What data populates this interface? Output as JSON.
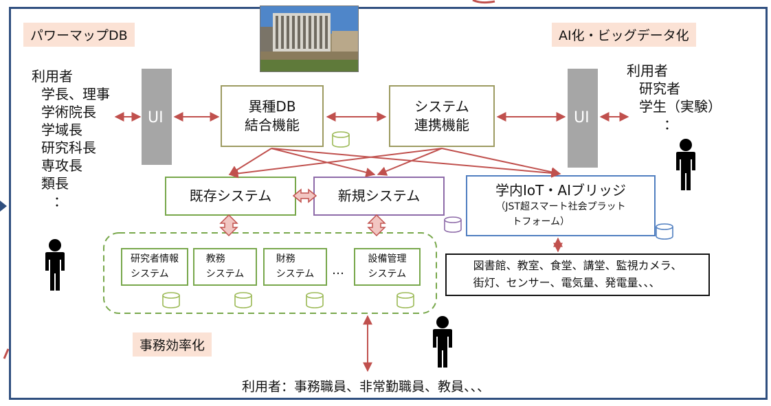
{
  "tags": {
    "power_map_db": "パワーマップDB",
    "ai_bigdata": "AI化・ビッグデータ化",
    "jimu_kouritsuka": "事務効率化"
  },
  "left_users": [
    "利用者",
    "学長、理事",
    "学術院長",
    "学域長",
    "研究科長",
    "専攻長",
    "類長",
    "："
  ],
  "right_users": [
    "利用者",
    "研究者",
    "学生（実験）",
    "："
  ],
  "ui_label": "UI",
  "top_boxes": {
    "db_merge": [
      "異種DB",
      "結合機能"
    ],
    "system_link": [
      "システム",
      "連携機能"
    ]
  },
  "mid_boxes": {
    "existing": "既存システム",
    "new": "新規システム",
    "iot_title": "学内IoT・AIブリッジ",
    "iot_sub": [
      "（JST超スマート社会プラット",
      "トフォーム）"
    ]
  },
  "subsystems": [
    [
      "研究者情報",
      "システム"
    ],
    [
      "教務",
      "システム"
    ],
    [
      "財務",
      "システム"
    ],
    [
      "設備管理",
      "システム"
    ]
  ],
  "ellipsis": "…",
  "facilities": [
    "図書館、教室、食堂、講堂、監視カメラ、",
    "街灯、センサー、電気量、発電量、、、"
  ],
  "bottom_users": "利用者：事務職員、非常勤職員、教員、、、",
  "colors": {
    "frame": "#2f4f7f",
    "arrow": "#c0504d",
    "tag_bg": "#fbe2d5",
    "existing_border": "#77a74a",
    "new_border": "#8d6aa8",
    "iot_border": "#4f7ec0",
    "top_border": "#9c9a60",
    "db_icon": "#9bb955"
  }
}
